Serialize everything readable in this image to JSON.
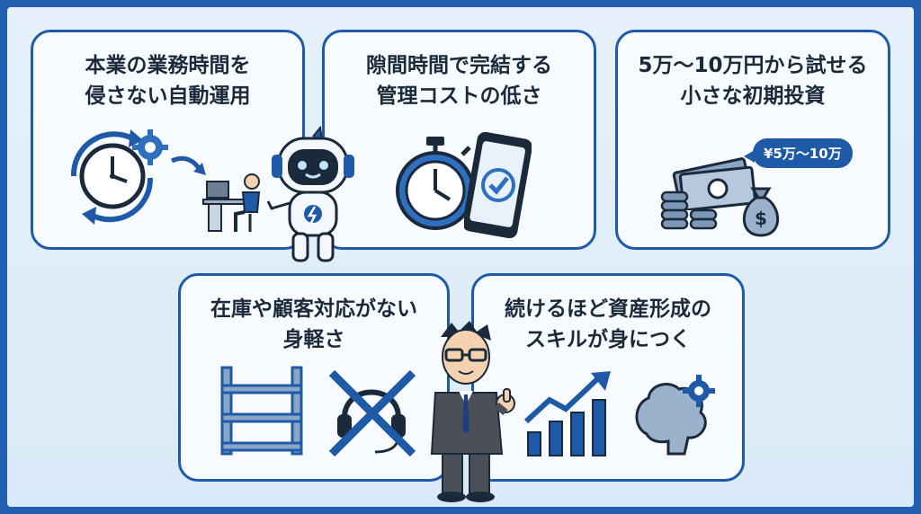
{
  "cards": [
    {
      "title": "本業の業務時間を\n侵さない自動運用",
      "icons": [
        "clock-cycle-icon",
        "gear-icon",
        "arrow-icon",
        "person-at-desk-icon"
      ]
    },
    {
      "title": "隙間時間で完結する\n管理コストの低さ",
      "icons": [
        "stopwatch-icon",
        "smartphone-check-icon"
      ]
    },
    {
      "title": "5万〜10万円から試せる\n小さな初期投資",
      "icons": [
        "cash-stack-icon",
        "coins-icon",
        "money-bag-icon"
      ],
      "bubble": "¥5万〜10万"
    },
    {
      "title": "在庫や顧客対応がない\n身軽さ",
      "icons": [
        "shelf-icon",
        "headset-crossed-icon"
      ]
    },
    {
      "title": "続けるほど資産形成の\nスキルが身につく",
      "icons": [
        "growth-chart-icon",
        "brain-gear-icon"
      ]
    }
  ],
  "colors": {
    "frame": "#1f5fae",
    "card_border": "#1f5aa8",
    "card_bg": "#f7fbff",
    "text": "#1b2a3a"
  }
}
